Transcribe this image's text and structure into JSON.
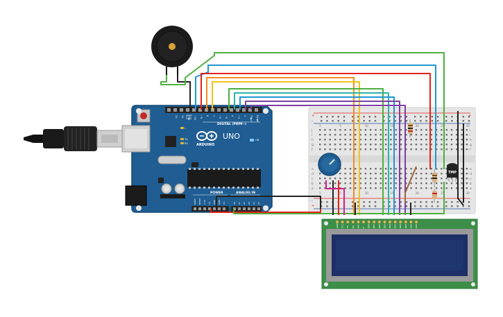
{
  "arduino": {
    "brand": "ARDUINO",
    "model": "UNO",
    "digital_label": "DIGITAL (PWM~)",
    "power_label": "POWER",
    "analog_label": "ANALOG IN",
    "aref_label": "AREF",
    "gnd_label": "GND",
    "on_label": "ON",
    "tx_label": "TX",
    "rx_label": "RX",
    "l_label": "L",
    "digital_pins": [
      "13",
      "12",
      "~11",
      "~10",
      "~9",
      "8",
      "7",
      "~6",
      "~5",
      "4",
      "~3",
      "2",
      "TX▶1",
      "RX◀0"
    ],
    "power_pins": [
      "IOREF",
      "RESET",
      "3.3V",
      "5V",
      "GND",
      "GND",
      "Vin"
    ],
    "analog_pins": [
      "A0",
      "A1",
      "A2",
      "A3",
      "A4",
      "A5"
    ]
  },
  "breadboard": {
    "columns": 30,
    "row_letters_top": [
      "j",
      "i",
      "h",
      "g",
      "f"
    ],
    "row_letters_bottom": [
      "e",
      "d",
      "c",
      "b",
      "a"
    ],
    "col_numbers": [
      "1",
      "5",
      "10",
      "15",
      "20",
      "25",
      "30"
    ],
    "plus": "+",
    "minus": "-"
  },
  "sensor": {
    "label": "TMP"
  },
  "lcd": {
    "pins": [
      "GND",
      "VCC",
      "V0",
      "RS",
      "RW",
      "E",
      "DB0",
      "DB1",
      "DB2",
      "DB3",
      "DB4",
      "DB5",
      "DB6",
      "DB7",
      "LED",
      "LED"
    ]
  },
  "colors": {
    "board": "#1f5d92",
    "board_edge": "#174a74",
    "breadboard": "#e6e6e6",
    "lcd_pcb": "#3c8f49",
    "lcd_screen": "#1c2f66",
    "wire_red": "#e2231a",
    "wire_black": "#222222",
    "wire_green": "#4caf3d",
    "wire_blue": "#2196d3",
    "wire_orange": "#f48b1b",
    "wire_yellow": "#f2c318",
    "wire_teal": "#2bb3a7",
    "wire_purple": "#7b3fa3",
    "wire_magenta": "#d0208f",
    "wire_brown": "#a0673a"
  }
}
